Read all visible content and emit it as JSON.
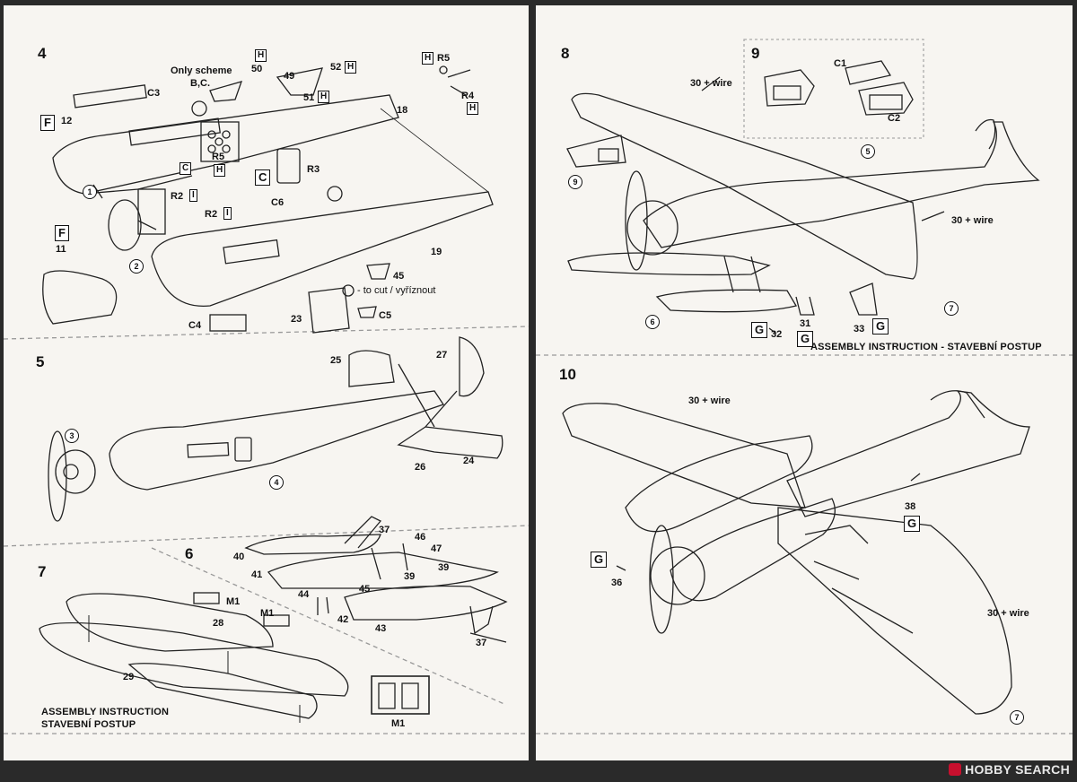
{
  "left": {
    "step4": {
      "number": "4",
      "labels": {
        "only_scheme": "Only scheme",
        "bc": "B,C.",
        "n50": "50",
        "n49": "49",
        "n52": "52",
        "n51": "51",
        "c3": "C3",
        "n12": "12",
        "r5": "R5",
        "r2a": "R2",
        "r2b": "R2",
        "r3": "R3",
        "c6": "C6",
        "n18": "18",
        "n19": "19",
        "n11": "11",
        "n45": "45",
        "to_cut": "- to cut / vyříznout",
        "c5": "C5",
        "c4": "C4",
        "n23": "23",
        "r5_top": "R5",
        "r4": "R4"
      },
      "boxes": {
        "h": "H",
        "f": "F",
        "c": "C",
        "i": "I"
      },
      "circled": [
        "1",
        "2"
      ]
    },
    "step5": {
      "number": "5",
      "labels": {
        "n25": "25",
        "n27": "27",
        "n26": "26",
        "n24": "24"
      },
      "circled": [
        "3",
        "4"
      ]
    },
    "step6": {
      "number": "6",
      "labels": {
        "n37a": "37",
        "n46": "46",
        "n47": "47",
        "n40": "40",
        "n41": "41",
        "n39a": "39",
        "n39b": "39",
        "n44": "44",
        "n45": "45",
        "n42": "42",
        "n43": "43",
        "n37b": "37"
      }
    },
    "step7": {
      "number": "7",
      "labels": {
        "m1a": "M1",
        "m1b": "M1",
        "n28": "28",
        "n29": "29",
        "m1_part": "M1"
      },
      "caption_line1": "ASSEMBLY INSTRUCTION",
      "caption_line2": "STAVEBNÍ POSTUP"
    }
  },
  "right": {
    "step8": {
      "number": "8",
      "labels": {
        "wire_a": "30 + wire",
        "wire_b": "30 + wire",
        "n31": "31",
        "n32": "32",
        "n33": "33"
      },
      "boxes": {
        "g": "G"
      },
      "circled": [
        "9",
        "5",
        "6",
        "7"
      ],
      "caption": "ASSEMBLY INSTRUCTION - STAVEBNÍ POSTUP"
    },
    "step9": {
      "number": "9",
      "labels": {
        "c1": "C1",
        "c2": "C2"
      }
    },
    "step10": {
      "number": "10",
      "labels": {
        "wire_a": "30 + wire",
        "wire_b": "30 + wire",
        "n38": "38",
        "n36": "36"
      },
      "boxes": {
        "g": "G"
      },
      "circled": [
        "7"
      ]
    }
  },
  "watermark": "HOBBY SEARCH"
}
